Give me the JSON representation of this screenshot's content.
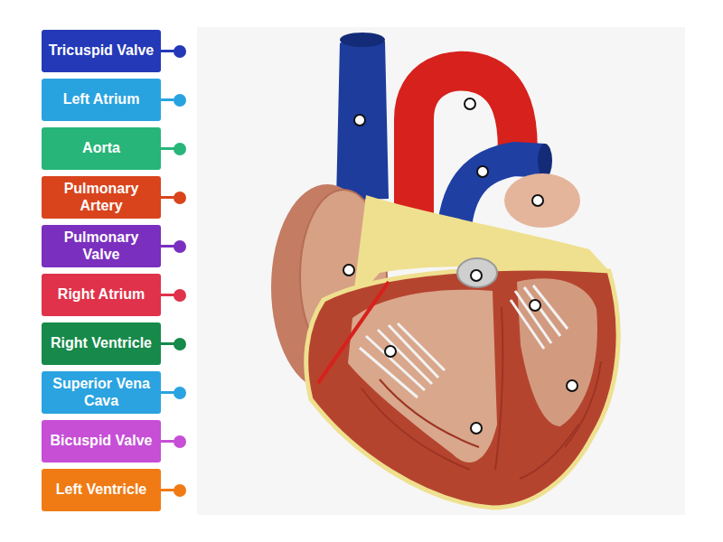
{
  "diagram": {
    "nodes": [
      {
        "text": [
          "Tricuspid Valve"
        ]
      },
      {
        "text": [
          "Left Atrium"
        ]
      },
      {
        "text": [
          "Aorta"
        ]
      },
      {
        "text": [
          "Pulmonary Artery"
        ]
      },
      {
        "text": [
          "Pulmonary Valve"
        ]
      },
      {
        "text": [
          "Right Atrium"
        ]
      },
      {
        "text": [
          "Right Ventricle"
        ]
      },
      {
        "text": [
          "Superior Vena Cava"
        ]
      },
      {
        "text": [
          "Bicuspid Valve"
        ]
      },
      {
        "text": [
          "Left Ventricle"
        ]
      }
    ]
  }
}
